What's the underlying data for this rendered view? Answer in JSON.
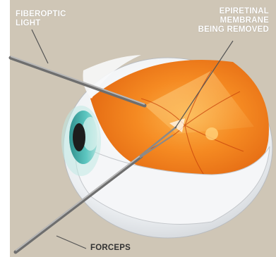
{
  "labels": {
    "fiberoptic": [
      "FIBEROPTIC",
      "LIGHT"
    ],
    "epiretinal": [
      "EPIRETINAL",
      "MEMBRANE",
      "BEING REMOVED"
    ],
    "forceps": "FORCEPS"
  },
  "colors": {
    "background": "#cfc6b6",
    "sclera": "#f3f4f6",
    "retina": "#f07a1c",
    "iris": "#3fa7a4",
    "instrument": "#9a9a9a"
  }
}
